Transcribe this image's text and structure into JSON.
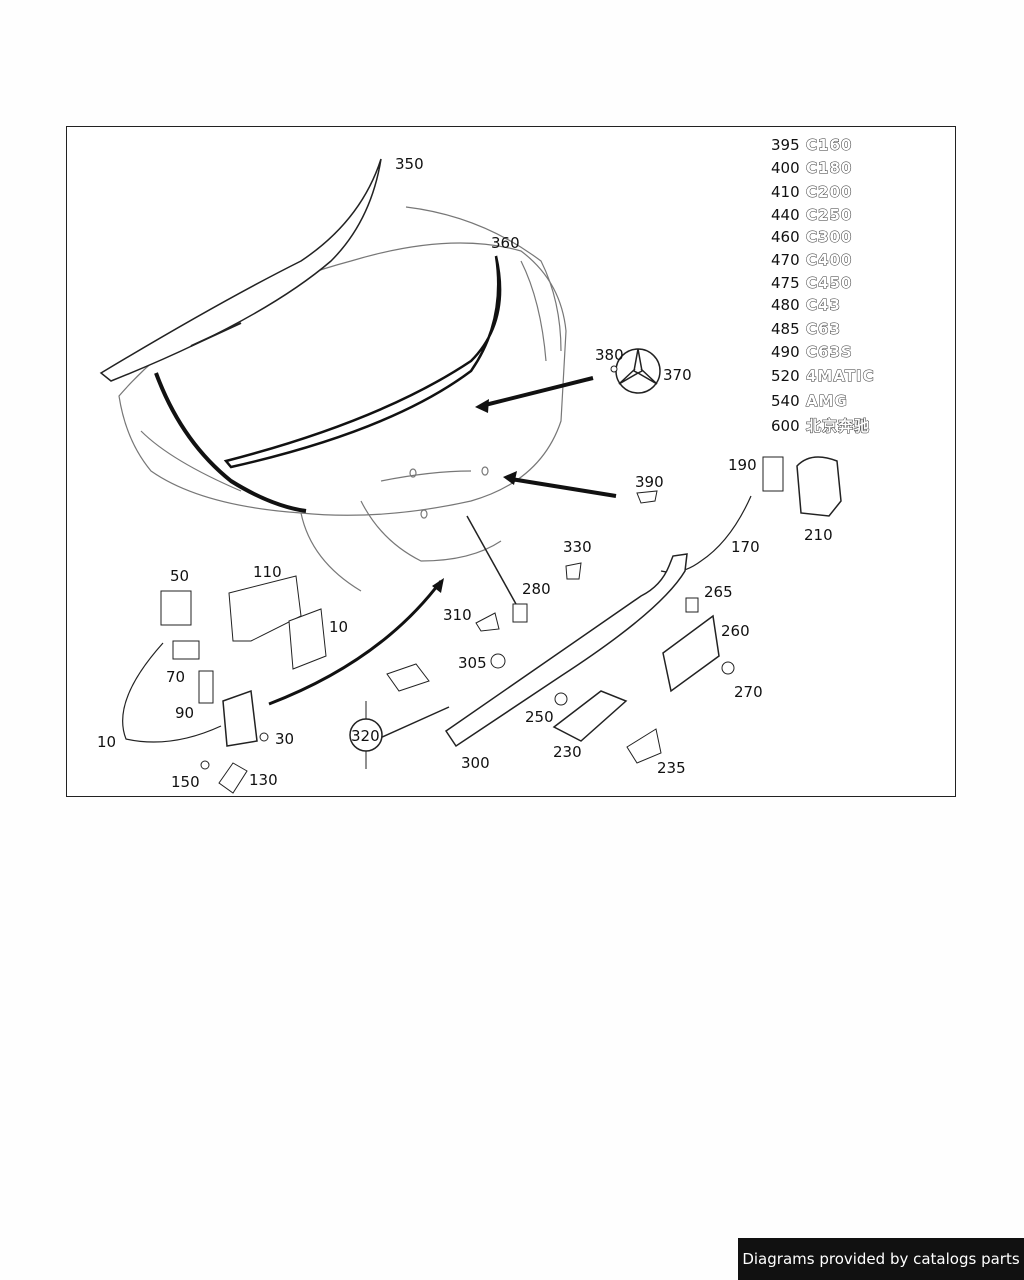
{
  "callouts": {
    "c350": "350",
    "c360": "360",
    "c380": "380",
    "c370": "370",
    "c390": "390",
    "c190": "190",
    "c210": "210",
    "c170": "170",
    "c330": "330",
    "c280": "280",
    "c310": "310",
    "c305": "305",
    "c265": "265",
    "c260": "260",
    "c270": "270",
    "c250": "250",
    "c230": "230",
    "c235": "235",
    "c300": "300",
    "c320": "320",
    "c50": "50",
    "c110": "110",
    "c10a": "10",
    "c70": "70",
    "c90": "90",
    "c10b": "10",
    "c30": "30",
    "c150": "150",
    "c130": "130"
  },
  "badges": [
    {
      "num": "395",
      "emblem": "C160"
    },
    {
      "num": "400",
      "emblem": "C180"
    },
    {
      "num": "410",
      "emblem": "C200"
    },
    {
      "num": "440",
      "emblem": "C250"
    },
    {
      "num": "460",
      "emblem": "C300"
    },
    {
      "num": "470",
      "emblem": "C400"
    },
    {
      "num": "475",
      "emblem": "C450"
    },
    {
      "num": "480",
      "emblem": "C43"
    },
    {
      "num": "485",
      "emblem": "C63"
    },
    {
      "num": "490",
      "emblem": "C63S"
    },
    {
      "num": "520",
      "emblem": "4MATIC"
    },
    {
      "num": "540",
      "emblem": "AMG"
    },
    {
      "num": "600",
      "emblem": "北京奔驰"
    }
  ],
  "footer": "Diagrams provided by catalogs parts"
}
